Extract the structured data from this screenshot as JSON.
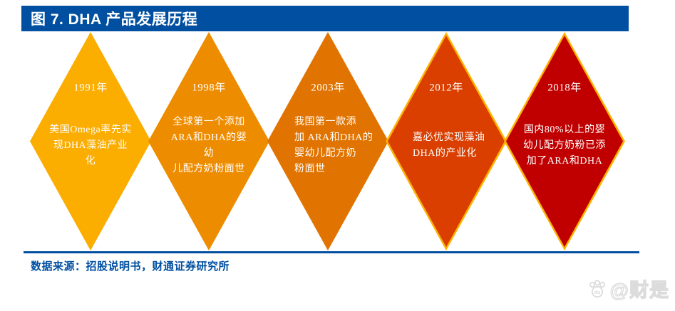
{
  "title": "图 7. DHA 产品发展历程",
  "source_note": "数据来源：招股说明书，财通证券研究所",
  "watermark": {
    "paw_label": "du",
    "handle": "@财是"
  },
  "colors": {
    "brand_blue": "#004FA1",
    "border_gold": "#FFB100",
    "watermark_gray": "#DCDCDC",
    "text_white": "#FFFFFF"
  },
  "milestones": [
    {
      "year": "1991年",
      "desc": "美国Omega率先实\n现DHA藻油产业化",
      "color": "#FBAD00",
      "border": "",
      "align": "center"
    },
    {
      "year": "1998年",
      "desc": "全球第一个添加\nARA和DHA的婴幼\n儿配方奶粉面世",
      "color": "#EE8C00",
      "border": "",
      "align": "center"
    },
    {
      "year": "2003年",
      "desc": "我国第一款添\n加 ARA和DHA的\n婴幼儿配方奶\n粉面世",
      "color": "#E17400",
      "border": "",
      "align": "left"
    },
    {
      "year": "2012年",
      "desc": "嘉必优实现藻油\nDHA的产业化",
      "color": "#DA3F00",
      "border": "#FFB100",
      "align": "left"
    },
    {
      "year": "2018年",
      "desc": "国内80%以上的婴\n幼儿配方奶粉已添\n加了ARA和DHA",
      "color": "#C00000",
      "border": "#FFB100",
      "align": "center"
    }
  ]
}
